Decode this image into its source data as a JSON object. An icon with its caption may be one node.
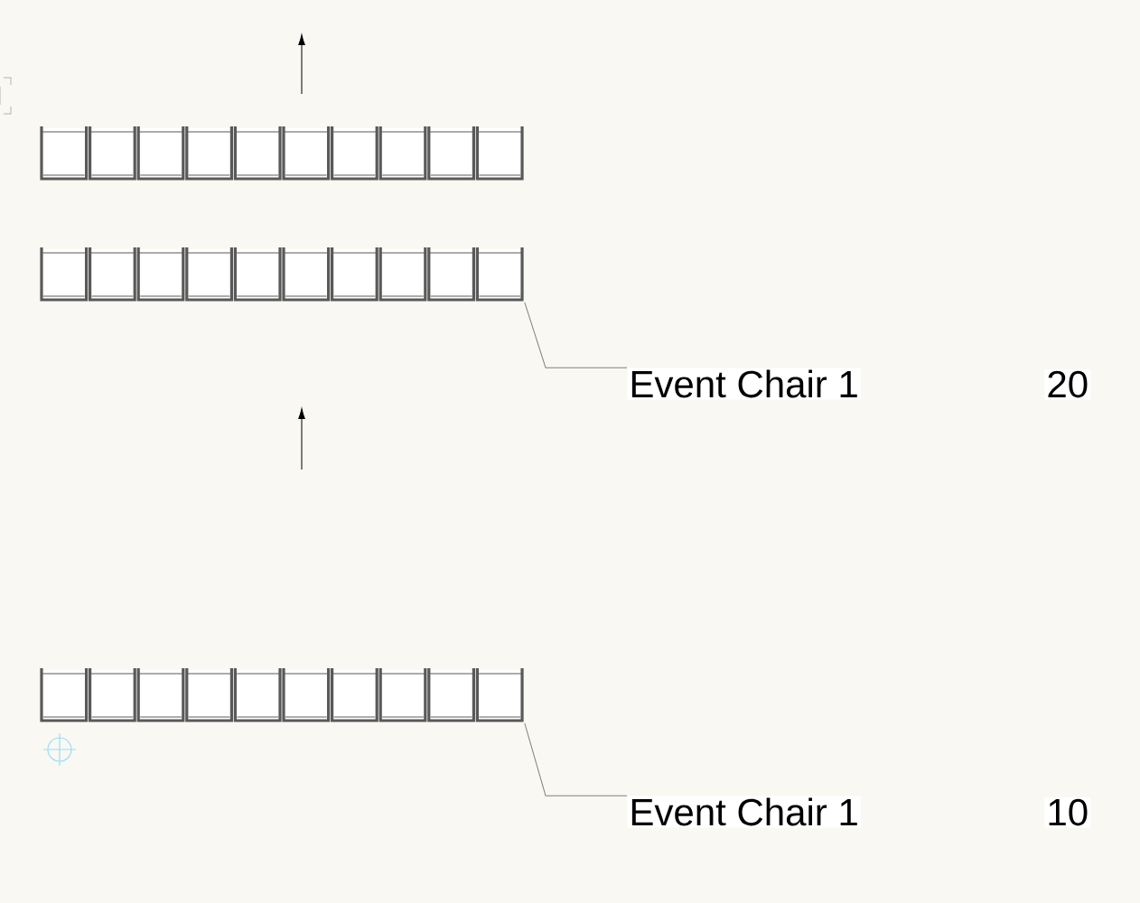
{
  "diagram": {
    "nodes": [
      {
        "text": [
          "Event Chair 1"
        ]
      },
      {
        "text": [],
        "shape": "picture"
      },
      {
        "text": [
          "Event Chair 1"
        ]
      },
      {
        "text": [],
        "shape": "picture"
      }
    ],
    "edges": [
      {
        "from": 0,
        "to": 1,
        "arrow": "none"
      },
      {
        "from": 2,
        "to": 3,
        "arrow": "none"
      }
    ],
    "labels": [
      "20",
      "10"
    ]
  }
}
